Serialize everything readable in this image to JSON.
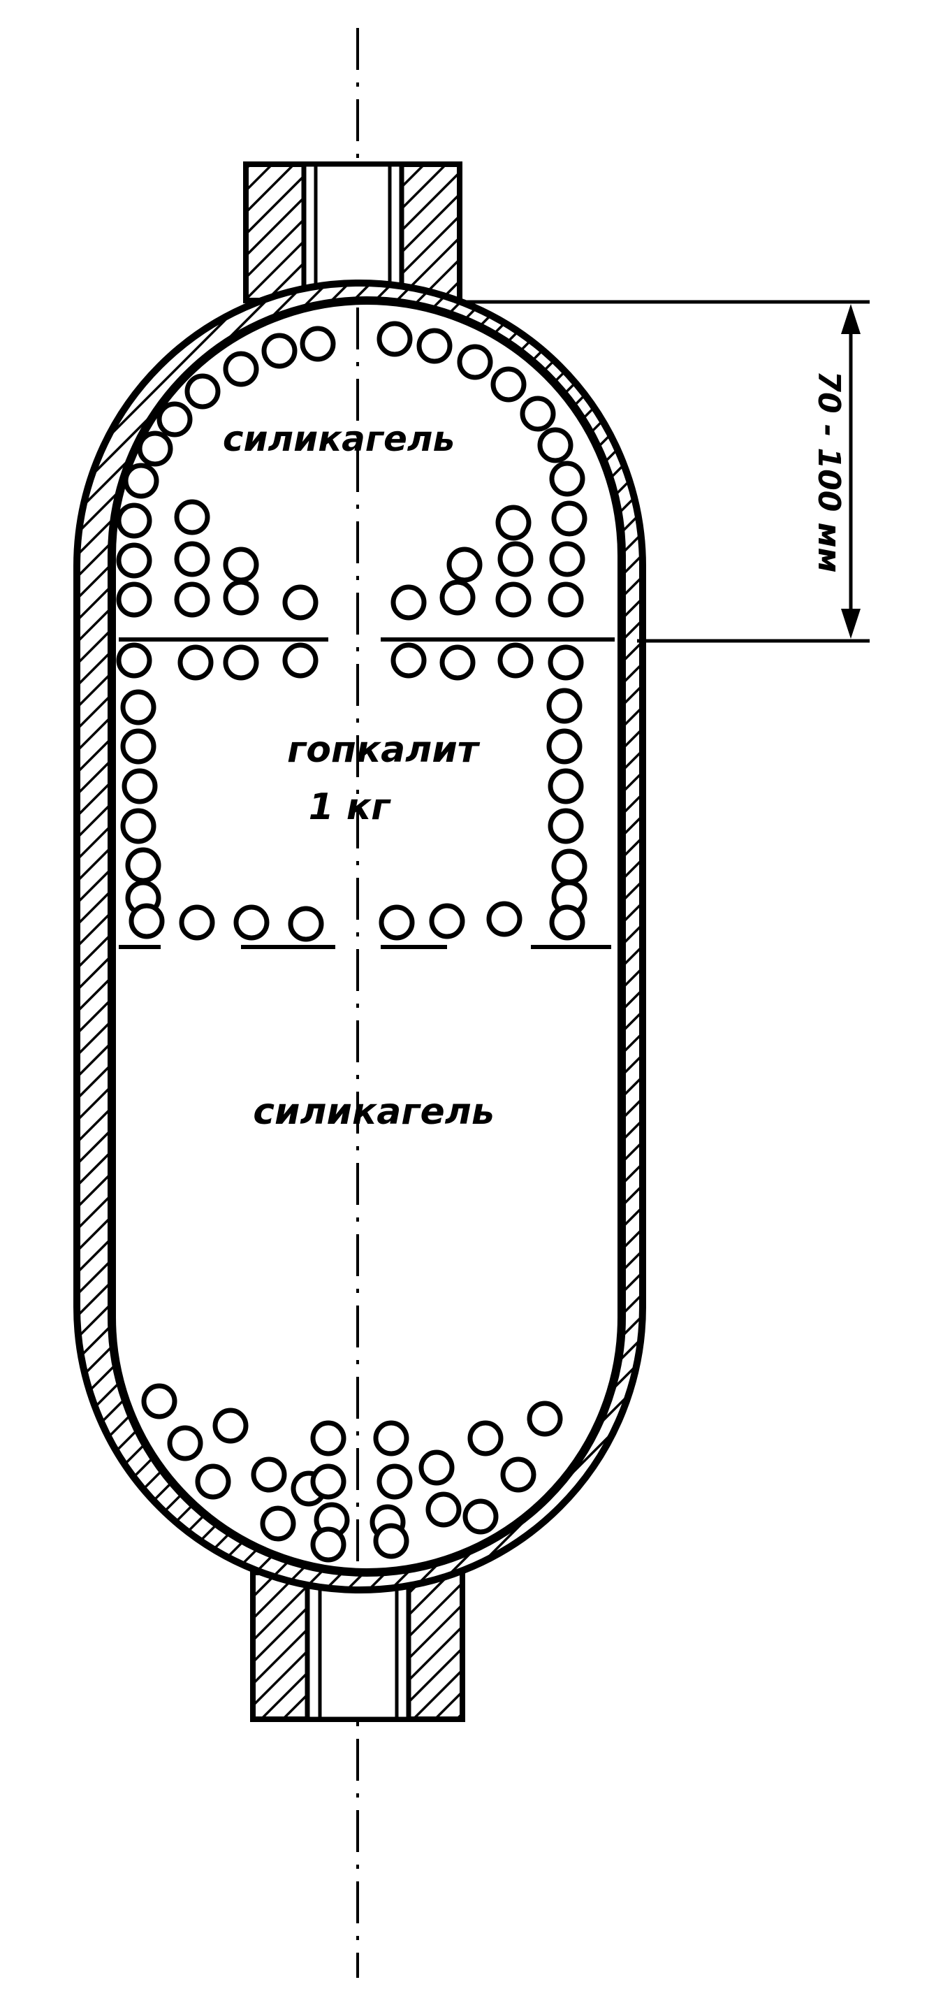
{
  "labels": {
    "top_zone": "силикагель",
    "middle_zone": "гопкалит",
    "middle_mass": "1 кг",
    "bottom_zone": "силикагель",
    "dimension": "70 - 100 мм"
  }
}
